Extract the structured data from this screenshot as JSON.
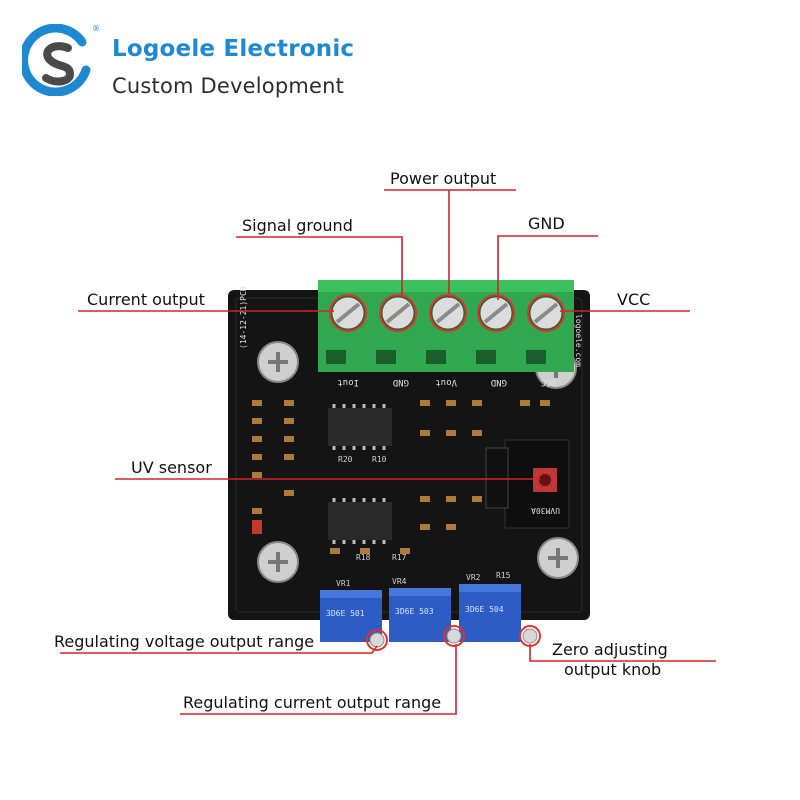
{
  "brand": {
    "name": "Logoele Electronic",
    "tagline": "Custom Development",
    "registered_mark": "®",
    "colors": {
      "primary": "#1e88d0",
      "text": "#2d2d2d"
    }
  },
  "callouts": {
    "power_output": "Power output",
    "signal_ground": "Signal ground",
    "gnd": "GND",
    "current_output": "Current output",
    "vcc": "VCC",
    "uv_sensor": "UV sensor",
    "regulating_voltage": "Regulating voltage output range",
    "regulating_current": "Regulating current output range",
    "zero_adjusting_line1": "Zero adjusting",
    "zero_adjusting_line2": "output knob"
  },
  "board": {
    "terminal_labels": [
      "Iout",
      "GND",
      "Vout",
      "GND",
      "VCC"
    ],
    "sensor_model": "UVM30A",
    "pcb_date": "(14-12-21)PCB",
    "site": "logoele.com",
    "pot_labels": [
      "VR1",
      "VR4",
      "VR2"
    ],
    "pot_codes": [
      "3D6E 501",
      "3D6E 503",
      "3D6E 504"
    ],
    "chip_labels": [
      "R20",
      "R10",
      "R17",
      "R18",
      "R15"
    ],
    "colors": {
      "pcb": "#141414",
      "terminal": "#2fa84f",
      "pot": "#2d5cc4",
      "line": "#d3222c",
      "marker": "#e03030"
    }
  }
}
